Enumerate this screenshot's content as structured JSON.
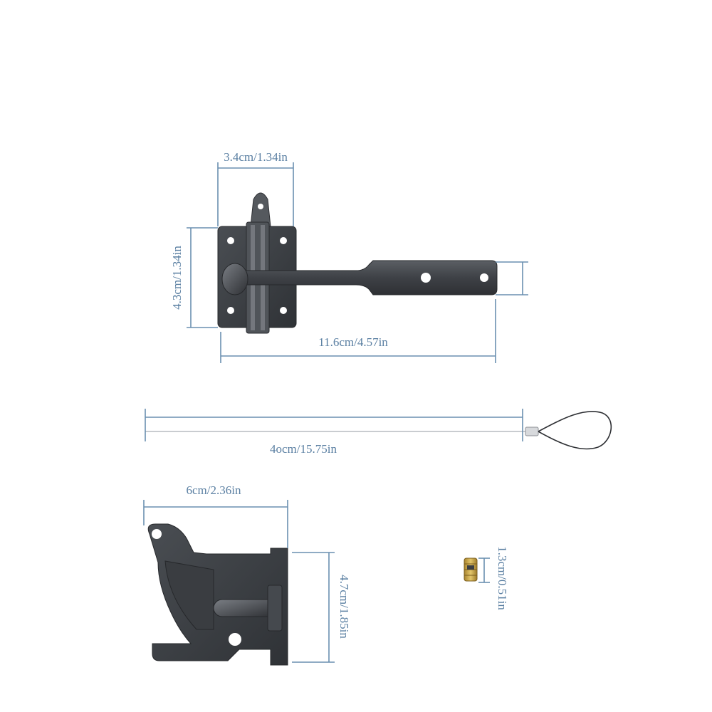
{
  "dimensions": {
    "latch_width": "3.4cm/1.34in",
    "latch_height": "4.3cm/1.34in",
    "latch_length": "11.6cm/4.57in",
    "pull_cord_length": "4ocm/15.75in",
    "catch_width": "6cm/2.36in",
    "catch_height": "4.7cm/1.85in",
    "screw_length": "1.3cm/0.51in"
  },
  "colors": {
    "dimension_line": "#6a8fb0",
    "dimension_text": "#5a7fa2",
    "hardware_dark": "#3b3e42",
    "hardware_mid": "#55595e",
    "hardware_light": "#8c9096",
    "screw_gold": "#c9a44a"
  }
}
